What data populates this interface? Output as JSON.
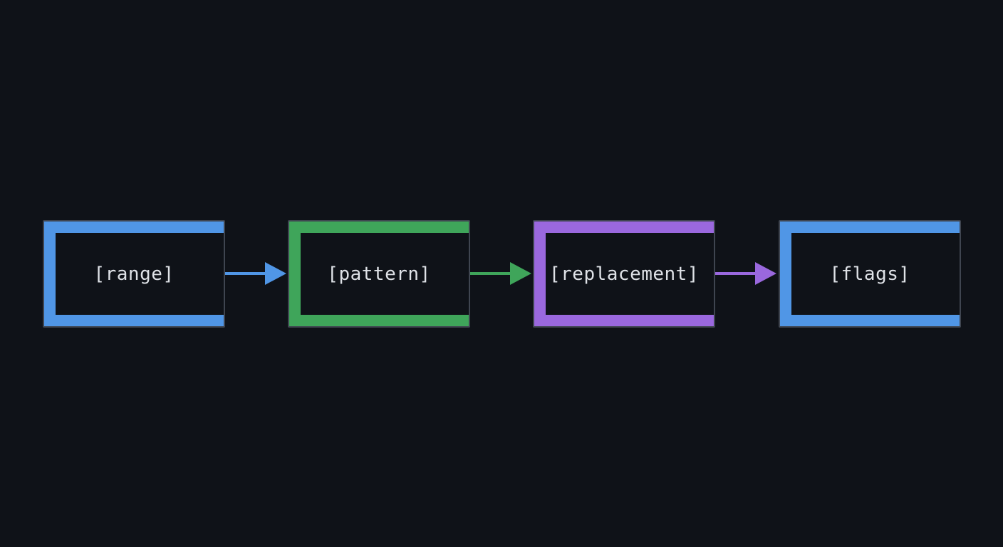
{
  "nodes": [
    {
      "label": "[range]",
      "color": "#5096e6"
    },
    {
      "label": "[pattern]",
      "color": "#3fa55a"
    },
    {
      "label": "[replacement]",
      "color": "#9a68de"
    },
    {
      "label": "[flags]",
      "color": "#5096e6"
    }
  ],
  "arrows": [
    {
      "from": 0,
      "to": 1,
      "color": "#5096e6"
    },
    {
      "from": 1,
      "to": 2,
      "color": "#3fa55a"
    },
    {
      "from": 2,
      "to": 3,
      "color": "#9a68de"
    }
  ],
  "background": "#0f1218"
}
